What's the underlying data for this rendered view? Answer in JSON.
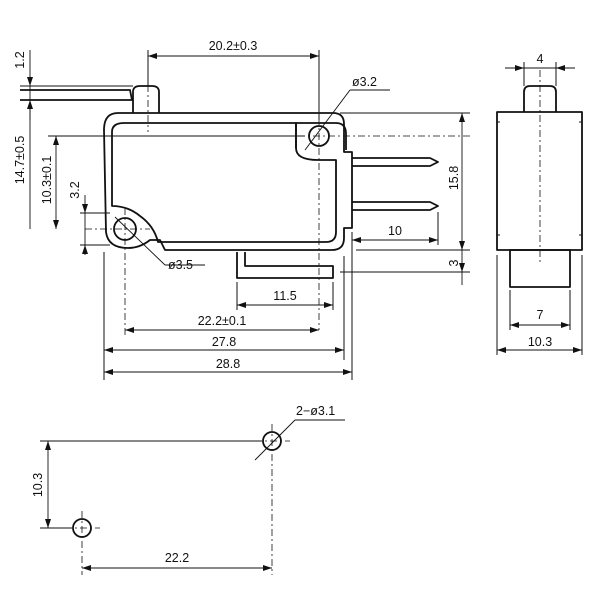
{
  "dimensions": {
    "d_1_2": "1.2",
    "d_20_2": "20.2±0.3",
    "d_phi3_2": "ø3.2",
    "d_14_7": "14.7±0.5",
    "d_10_3_top": "10.3±0.1",
    "d_3_2": "3.2",
    "d_15_8": "15.8",
    "d_10": "10",
    "d_3": "3",
    "d_phi3_5": "ø3.5",
    "d_11_5": "11.5",
    "d_22_2_tol": "22.2±0.1",
    "d_27_8": "27.8",
    "d_28_8": "28.8",
    "d_4": "4",
    "d_7": "7",
    "d_10_3_side": "10.3",
    "d_2phi3_1": "2−ø3.1",
    "d_10_3_bottom": "10.3",
    "d_22_2": "22.2"
  }
}
